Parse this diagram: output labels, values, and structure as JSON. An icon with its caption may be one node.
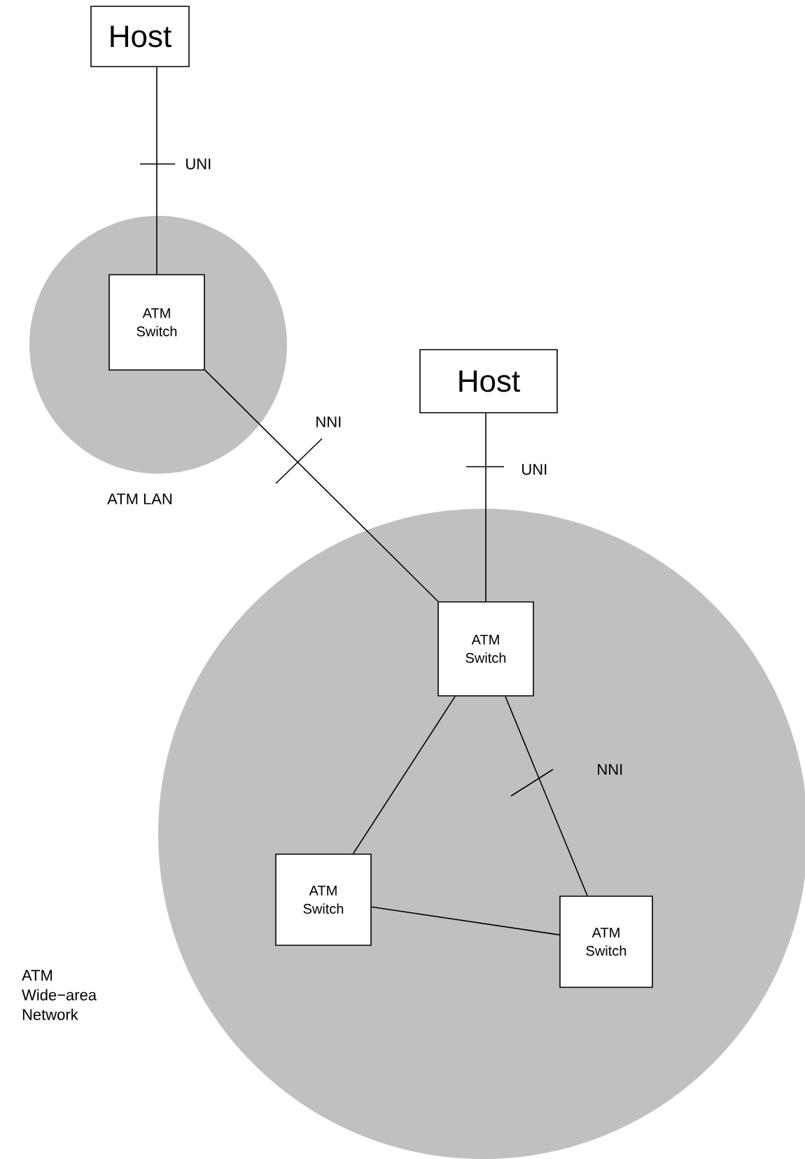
{
  "diagram": {
    "nodes": [
      {
        "text": [
          "Host"
        ]
      },
      {
        "text": [
          "ATM LAN"
        ]
      },
      {
        "text": [
          "ATM Switch"
        ],
        "in": 1
      },
      {
        "text": [
          "Host"
        ]
      },
      {
        "text": [
          "ATM Wide−area Network"
        ]
      },
      {
        "text": [
          "ATM Switch"
        ],
        "in": 4
      },
      {
        "text": [
          "ATM Switch"
        ],
        "in": 4
      },
      {
        "text": [
          "ATM Switch"
        ],
        "in": 4
      }
    ],
    "edges": [
      {
        "from": 0,
        "to": 2,
        "arrow": "none",
        "label": "UNI"
      },
      {
        "from": 2,
        "to": 5,
        "arrow": "none",
        "label": "NNI"
      },
      {
        "from": 3,
        "to": 5,
        "arrow": "none",
        "label": "UNI"
      },
      {
        "from": 5,
        "to": 6,
        "arrow": "none"
      },
      {
        "from": 5,
        "to": 7,
        "arrow": "none",
        "label": "NNI"
      },
      {
        "from": 6,
        "to": 7,
        "arrow": "none"
      }
    ]
  }
}
